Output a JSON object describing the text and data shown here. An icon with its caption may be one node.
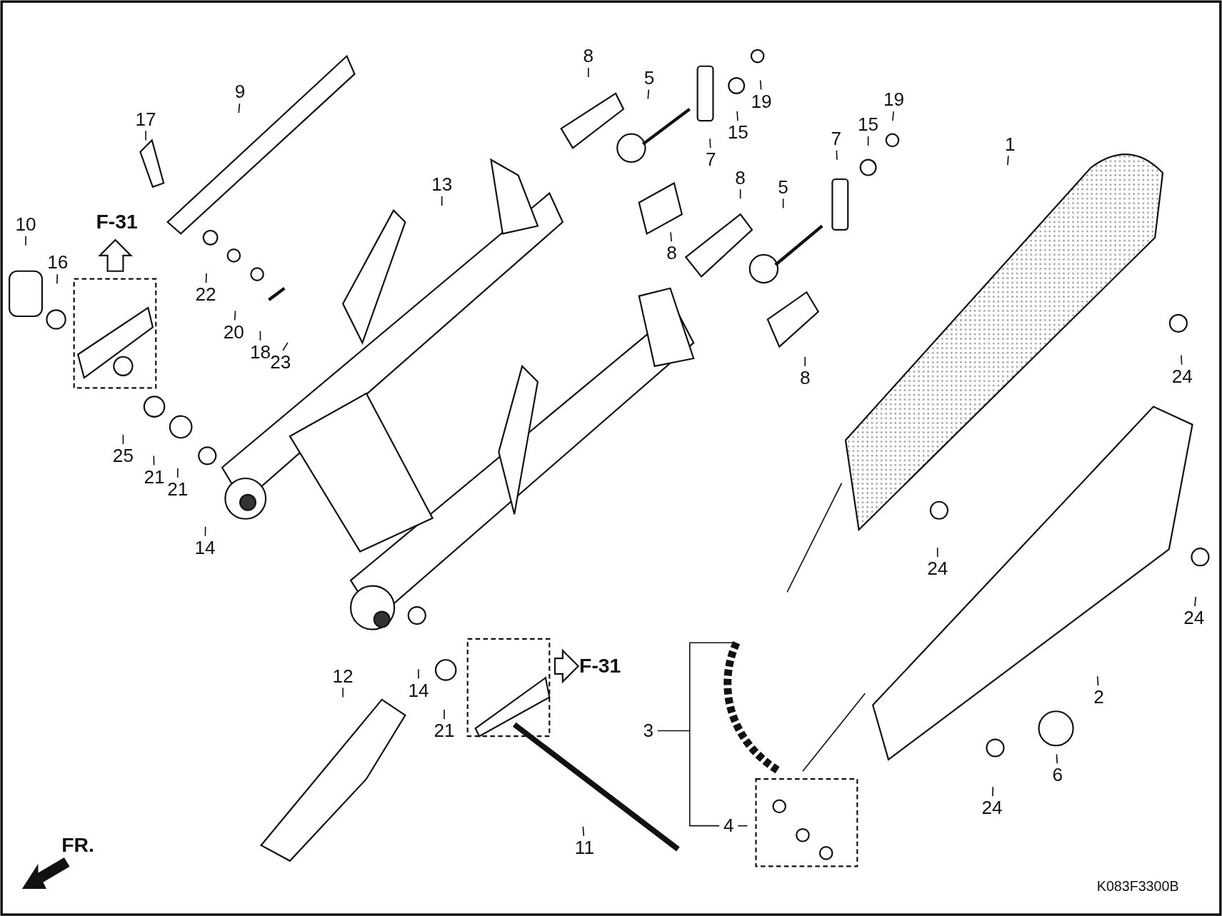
{
  "diagram": {
    "nodes": [
      {
        "text": [
          "19"
        ]
      },
      {
        "text": [
          "8"
        ]
      },
      {
        "text": [
          "5"
        ]
      },
      {
        "text": [
          "9"
        ]
      },
      {
        "text": [
          "19"
        ]
      },
      {
        "text": [
          "17"
        ]
      },
      {
        "text": [
          "15"
        ]
      },
      {
        "text": [
          "15"
        ]
      },
      {
        "text": [
          "7"
        ]
      },
      {
        "text": [
          "7"
        ]
      },
      {
        "text": [
          "1"
        ]
      },
      {
        "text": [
          "13"
        ]
      },
      {
        "text": [
          "8"
        ]
      },
      {
        "text": [
          "5"
        ]
      },
      {
        "text": [
          "10"
        ]
      },
      {
        "text": [
          "8"
        ]
      },
      {
        "text": [
          "16"
        ]
      },
      {
        "text": [
          "22"
        ]
      },
      {
        "text": [
          "20"
        ]
      },
      {
        "text": [
          "18"
        ]
      },
      {
        "text": [
          "23"
        ]
      },
      {
        "text": [
          "24"
        ]
      },
      {
        "text": [
          "8"
        ]
      },
      {
        "text": [
          "25"
        ]
      },
      {
        "text": [
          "21"
        ]
      },
      {
        "text": [
          "21"
        ]
      },
      {
        "text": [
          "14"
        ]
      },
      {
        "text": [
          "24"
        ]
      },
      {
        "text": [
          "24"
        ]
      },
      {
        "text": [
          "12"
        ]
      },
      {
        "text": [
          "14"
        ]
      },
      {
        "text": [
          "2"
        ]
      },
      {
        "text": [
          "3"
        ]
      },
      {
        "text": [
          "21"
        ]
      },
      {
        "text": [
          "6"
        ]
      },
      {
        "text": [
          "24"
        ]
      },
      {
        "text": [
          "4"
        ]
      },
      {
        "text": [
          "11"
        ]
      }
    ],
    "edges": [
      {
        "from": 0,
        "to": null,
        "arrow": "none"
      },
      {
        "from": 1,
        "to": null,
        "arrow": "none"
      },
      {
        "from": 2,
        "to": null,
        "arrow": "none"
      },
      {
        "from": 3,
        "to": null,
        "arrow": "none"
      },
      {
        "from": 4,
        "to": null,
        "arrow": "none"
      },
      {
        "from": 5,
        "to": null,
        "arrow": "none"
      },
      {
        "from": 6,
        "to": null,
        "arrow": "none"
      },
      {
        "from": 7,
        "to": null,
        "arrow": "none"
      },
      {
        "from": 8,
        "to": null,
        "arrow": "none"
      },
      {
        "from": 9,
        "to": null,
        "arrow": "none"
      },
      {
        "from": 10,
        "to": null,
        "arrow": "none"
      },
      {
        "from": 11,
        "to": null,
        "arrow": "none"
      },
      {
        "from": 12,
        "to": null,
        "arrow": "none"
      },
      {
        "from": 13,
        "to": null,
        "arrow": "none"
      },
      {
        "from": 14,
        "to": null,
        "arrow": "none"
      },
      {
        "from": 15,
        "to": null,
        "arrow": "none"
      },
      {
        "from": 16,
        "to": null,
        "arrow": "none"
      },
      {
        "from": 17,
        "to": null,
        "arrow": "none"
      },
      {
        "from": 18,
        "to": null,
        "arrow": "none"
      },
      {
        "from": 19,
        "to": null,
        "arrow": "none"
      },
      {
        "from": 20,
        "to": null,
        "arrow": "none"
      },
      {
        "from": 21,
        "to": null,
        "arrow": "none"
      },
      {
        "from": 22,
        "to": null,
        "arrow": "none"
      },
      {
        "from": 23,
        "to": null,
        "arrow": "none"
      },
      {
        "from": 24,
        "to": null,
        "arrow": "none"
      },
      {
        "from": 25,
        "to": null,
        "arrow": "none"
      },
      {
        "from": 26,
        "to": null,
        "arrow": "none"
      },
      {
        "from": 27,
        "to": null,
        "arrow": "none"
      },
      {
        "from": 28,
        "to": null,
        "arrow": "none"
      },
      {
        "from": 29,
        "to": null,
        "arrow": "none"
      },
      {
        "from": 30,
        "to": null,
        "arrow": "none"
      },
      {
        "from": 31,
        "to": null,
        "arrow": "none"
      },
      {
        "from": 32,
        "to": null,
        "arrow": "none"
      },
      {
        "from": 33,
        "to": null,
        "arrow": "none"
      },
      {
        "from": 34,
        "to": null,
        "arrow": "none"
      },
      {
        "from": 35,
        "to": null,
        "arrow": "none"
      },
      {
        "from": 36,
        "to": null,
        "arrow": "none"
      },
      {
        "from": 37,
        "to": null,
        "arrow": "none"
      }
    ],
    "labels": [
      "F-31",
      "F-31",
      "FR.",
      "K083F3300B"
    ]
  }
}
